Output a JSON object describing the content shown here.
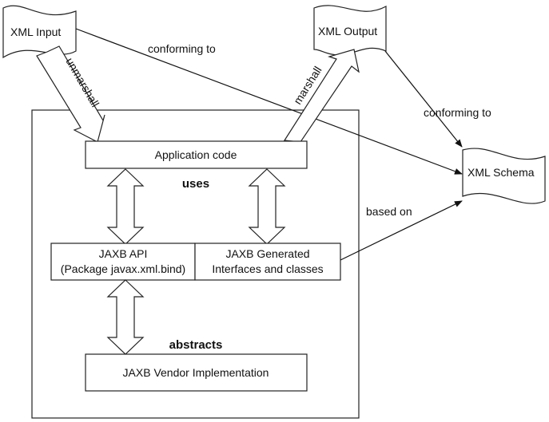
{
  "diagram": {
    "documents": {
      "xml_input": "XML Input",
      "xml_output": "XML Output",
      "xml_schema": "XML Schema"
    },
    "boxes": {
      "application_code": "Application code",
      "jaxb_api_line1": "JAXB API",
      "jaxb_api_line2": "(Package javax.xml.bind)",
      "jaxb_generated_line1": "JAXB Generated",
      "jaxb_generated_line2": "Interfaces and classes",
      "jaxb_vendor": "JAXB Vendor Implementation"
    },
    "relations": {
      "unmarshall": "unmarshall",
      "marshall": "marshall",
      "uses": "uses",
      "abstracts": "abstracts",
      "input_conforming_to": "conforming to",
      "output_conforming_to": "conforming to",
      "based_on": "based on"
    }
  }
}
